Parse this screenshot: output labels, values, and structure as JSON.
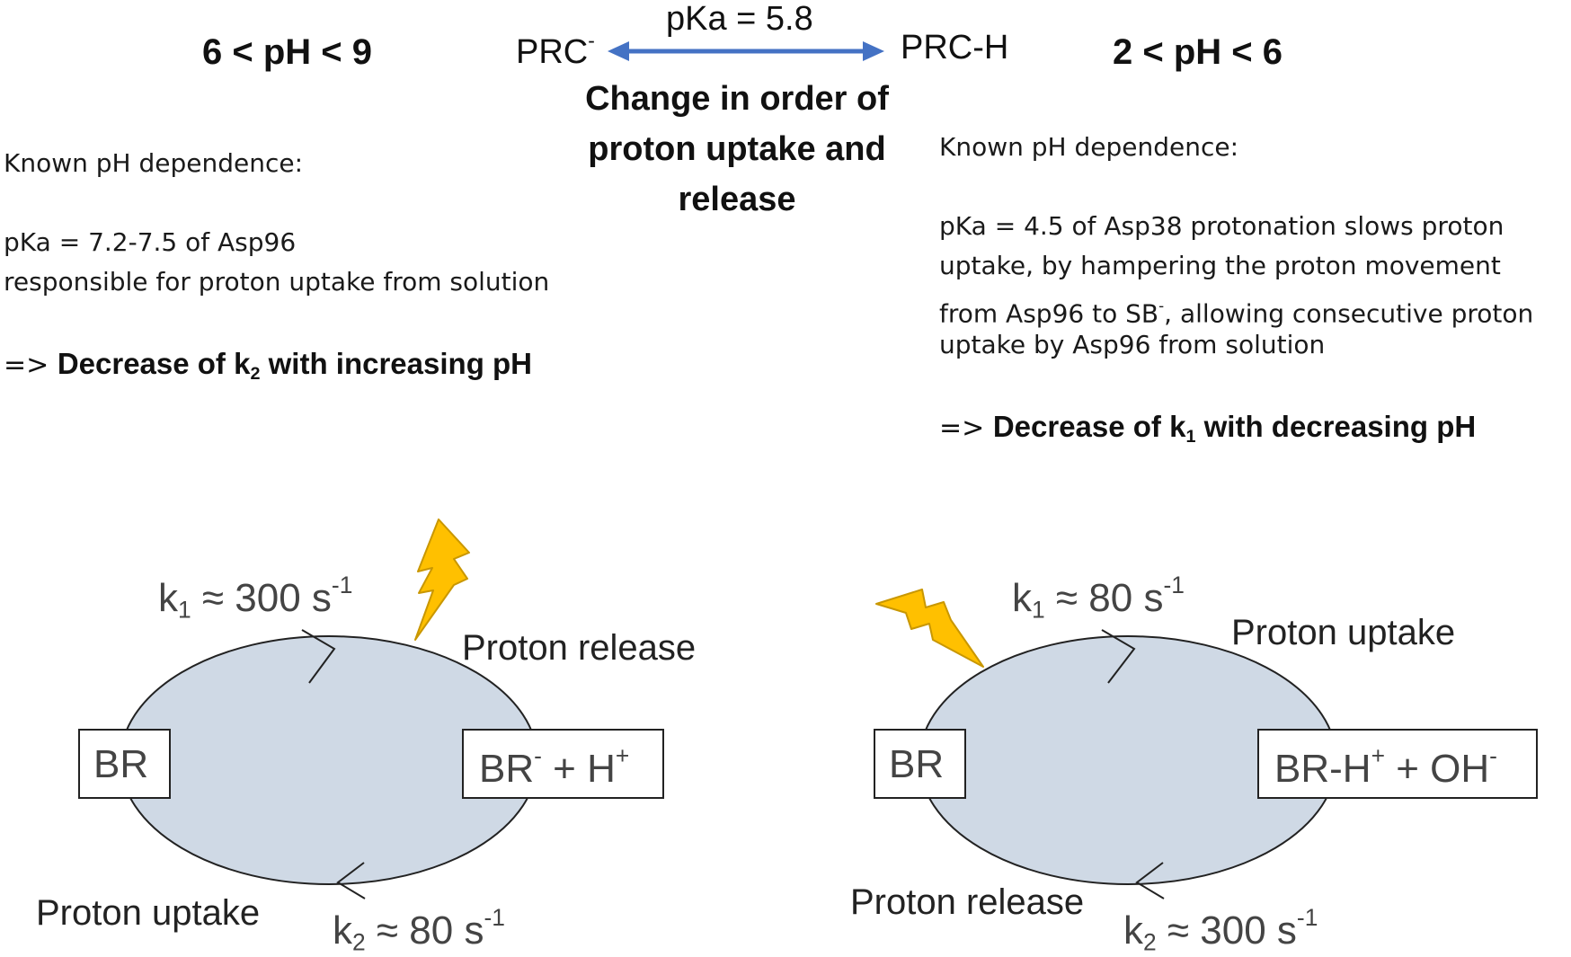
{
  "header": {
    "left_range": "6 < pH < 9",
    "right_range": "2 < pH < 6",
    "species_left": "PRC",
    "species_left_sup": "-",
    "species_right": "PRC-H",
    "pka_label": "pKa = 5.8",
    "center_caption": "Change in order of proton uptake and release",
    "arrow_color": "#4472c4"
  },
  "left_note": {
    "line1": "Known pH dependence:",
    "line2": "pKa = 7.2-7.5 of Asp96",
    "line3": "responsible for proton uptake from solution",
    "conclusion_prefix": "=> ",
    "conclusion_a": "Decrease of k",
    "conclusion_sub": "2",
    "conclusion_b": " with increasing pH"
  },
  "right_note": {
    "line1": "Known pH dependence:",
    "line2": "pKa = 4.5 of Asp38 protonation slows proton",
    "line3": "uptake, by hampering the proton movement",
    "line4a": "from Asp96 to SB",
    "line4sup": "-",
    "line4b": ", allowing consecutive proton",
    "line5": "uptake by Asp96 from solution",
    "conclusion_prefix": "=> ",
    "conclusion_a": "Decrease of k",
    "conclusion_sub": "1",
    "conclusion_b": " with decreasing pH"
  },
  "left_cycle": {
    "k1_sym": "k",
    "k1_sub": "1",
    "k1_val": " ≈ 300 s",
    "k1_sup": "-1",
    "top_label": "Proton release",
    "state_left": "BR",
    "state_right_a": "BR",
    "state_right_sup1": "-",
    "state_right_b": " + H",
    "state_right_sup2": "+",
    "bottom_label": "Proton uptake",
    "k2_sym": "k",
    "k2_sub": "2",
    "k2_val": " ≈ 80 s",
    "k2_sup": "-1"
  },
  "right_cycle": {
    "k1_sym": "k",
    "k1_sub": "1",
    "k1_val": " ≈ 80 s",
    "k1_sup": "-1",
    "top_label": "Proton uptake",
    "state_left": "BR",
    "state_right_a": "BR-H",
    "state_right_sup1": "+",
    "state_right_b": " + OH",
    "state_right_sup2": "-",
    "bottom_label": "Proton release",
    "k2_sym": "k",
    "k2_sub": "2",
    "k2_val": " ≈ 300 s",
    "k2_sup": "-1"
  },
  "colors": {
    "ellipse_fill": "#cfd9e5",
    "lightning_fill": "#ffc000",
    "lightning_stroke": "#c99700"
  },
  "icons": [
    "lightning-bolt-icon",
    "double-arrow-icon"
  ]
}
